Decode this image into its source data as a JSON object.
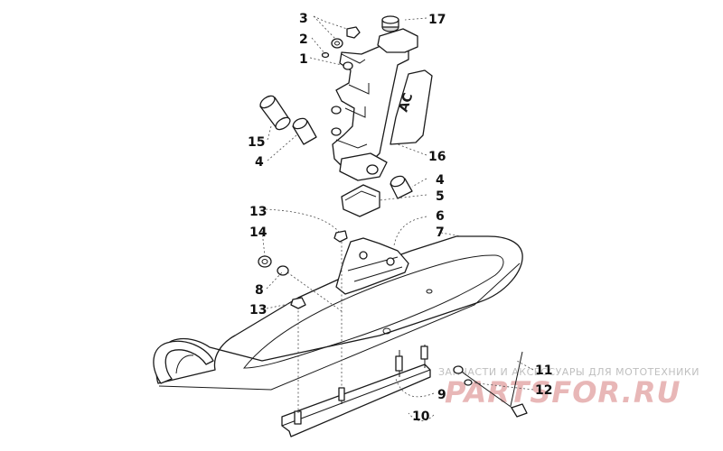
{
  "callouts": {
    "c1": "1",
    "c2": "2",
    "c3": "3",
    "c4a": "4",
    "c4b": "4",
    "c5": "5",
    "c6": "6",
    "c7": "7",
    "c8": "8",
    "c9": "9",
    "c10": "10",
    "c11": "11",
    "c12": "12",
    "c13a": "13",
    "c13b": "13",
    "c14": "14",
    "c15": "15",
    "c16": "16",
    "c17": "17"
  },
  "decal_text": "AC",
  "watermark": {
    "tagline": "ЗАПЧАСТИ И АКСЕССУАРЫ ДЛЯ МОТОТЕХНИКИ",
    "brand": "PARTSFOR.RU"
  },
  "colors": {
    "line": "#1a1a1a",
    "watermark_brand": "#e8b7b7",
    "watermark_tagline": "#bfbfbf"
  }
}
